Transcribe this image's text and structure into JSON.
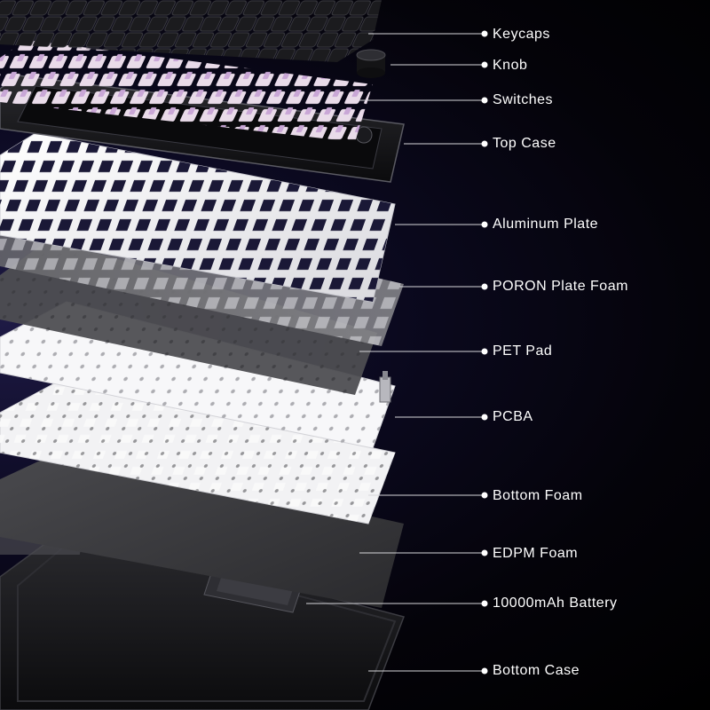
{
  "accent": "#c9a7d6",
  "layers": [
    {
      "name": "keycaps",
      "label": "Keycaps"
    },
    {
      "name": "knob",
      "label": "Knob"
    },
    {
      "name": "switches",
      "label": "Switches"
    },
    {
      "name": "top-case",
      "label": "Top Case"
    },
    {
      "name": "aluminum-plate",
      "label": "Aluminum Plate"
    },
    {
      "name": "poron-plate-foam",
      "label": "PORON Plate Foam"
    },
    {
      "name": "pet-pad",
      "label": "PET Pad"
    },
    {
      "name": "pcba",
      "label": "PCBA"
    },
    {
      "name": "bottom-foam",
      "label": "Bottom Foam"
    },
    {
      "name": "edpm-foam",
      "label": "EDPM Foam"
    },
    {
      "name": "battery",
      "label": "10000mAh Battery"
    },
    {
      "name": "bottom-case",
      "label": "Bottom Case"
    }
  ]
}
